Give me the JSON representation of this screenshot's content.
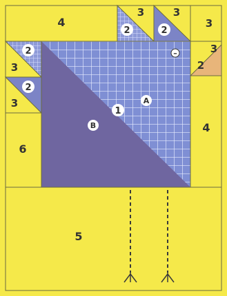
{
  "pieces": {
    "top_left_block": "4",
    "top_tri_1_big": "3",
    "top_tri_1_small": "2",
    "top_tri_2_big": "3",
    "top_tri_2_small": "2",
    "top_right_corner": "3",
    "right_tri_big": "3",
    "right_tri_small": "2",
    "left_tri_1_small": "2",
    "left_tri_1_big": "3",
    "left_tri_2_small": "2",
    "left_tri_2_big": "3",
    "left_block": "6",
    "right_block": "4",
    "bottom_block": "5",
    "center_piece": "1",
    "grid_half_label": "A",
    "solid_half_label": "B",
    "eye_mark": "–"
  },
  "colors": {
    "yellow": "#f5e94a",
    "grid_blue": "#7f8fd4",
    "grid_line": "#e8ecff",
    "solid_purple": "#6f66a0",
    "peach": "#e8b57a",
    "outline": "#6b6b40",
    "dark_text": "#333333",
    "leg": "#3a3a3a"
  }
}
